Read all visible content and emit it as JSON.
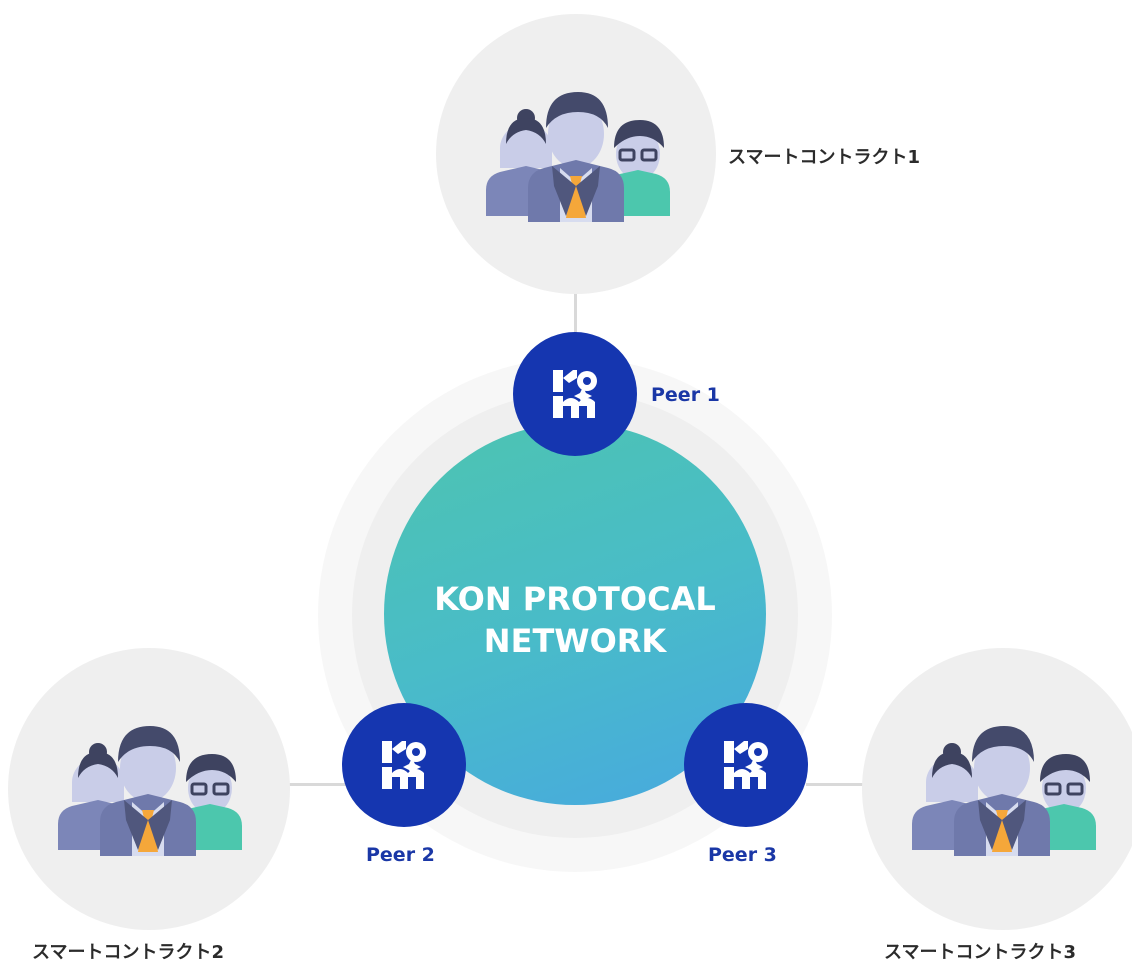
{
  "network": {
    "line1": "KON PROTOCAL",
    "line2": "NETWORK"
  },
  "peers": [
    {
      "label": "Peer 1"
    },
    {
      "label": "Peer 2"
    },
    {
      "label": "Peer 3"
    }
  ],
  "contracts": [
    {
      "label": "スマートコントラクト1"
    },
    {
      "label": "スマートコントラクト2"
    },
    {
      "label": "スマートコントラクト3"
    }
  ],
  "colors": {
    "peer": "#1536b0",
    "network_gradient_start": "#4dc4b0",
    "network_gradient_end": "#47a8e0",
    "group_bg": "#efefef",
    "halo": "#f3f3f3"
  },
  "icons": {
    "peer_logo": "kon-logo-icon",
    "group": "people-group-icon"
  }
}
